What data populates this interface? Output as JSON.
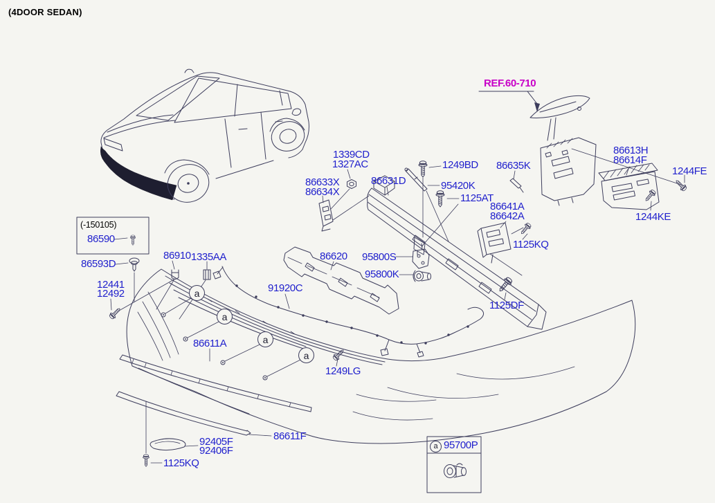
{
  "page": {
    "title": "(4DOOR SEDAN)",
    "background_color": "#f5f5f1",
    "line_color": "#3d3d5c",
    "part_label_color": "#2121cd",
    "ref_link_color": "#c800c8"
  },
  "diagram": {
    "marker_letter": "a",
    "ref_link": {
      "label": "REF.60-710"
    },
    "inset_box": {
      "caption": "(-150105)",
      "part_number": "86590"
    },
    "legend_box": {
      "marker": "a",
      "part_number": "95700P"
    },
    "part_labels": [
      {
        "pn": "1339CD"
      },
      {
        "pn": "1327AC"
      },
      {
        "pn": "1249BD"
      },
      {
        "pn": "86633X"
      },
      {
        "pn": "86634X"
      },
      {
        "pn": "86631D"
      },
      {
        "pn": "95420K"
      },
      {
        "pn": "86635K"
      },
      {
        "pn": "86613H"
      },
      {
        "pn": "86614F"
      },
      {
        "pn": "1244FE"
      },
      {
        "pn": "1125AT"
      },
      {
        "pn": "86641A"
      },
      {
        "pn": "86642A"
      },
      {
        "pn": "1244KE"
      },
      {
        "pn": "1125KQ"
      },
      {
        "pn": "1125DF"
      },
      {
        "pn": "95800S"
      },
      {
        "pn": "95800K"
      },
      {
        "pn": "86620"
      },
      {
        "pn": "91920C"
      },
      {
        "pn": "86593D"
      },
      {
        "pn": "86910"
      },
      {
        "pn": "1335AA"
      },
      {
        "pn": "12441"
      },
      {
        "pn": "12492"
      },
      {
        "pn": "86611A"
      },
      {
        "pn": "1249LG"
      },
      {
        "pn": "86611F"
      },
      {
        "pn": "92405F"
      },
      {
        "pn": "92406F"
      },
      {
        "pn": "1125KQ"
      }
    ]
  }
}
